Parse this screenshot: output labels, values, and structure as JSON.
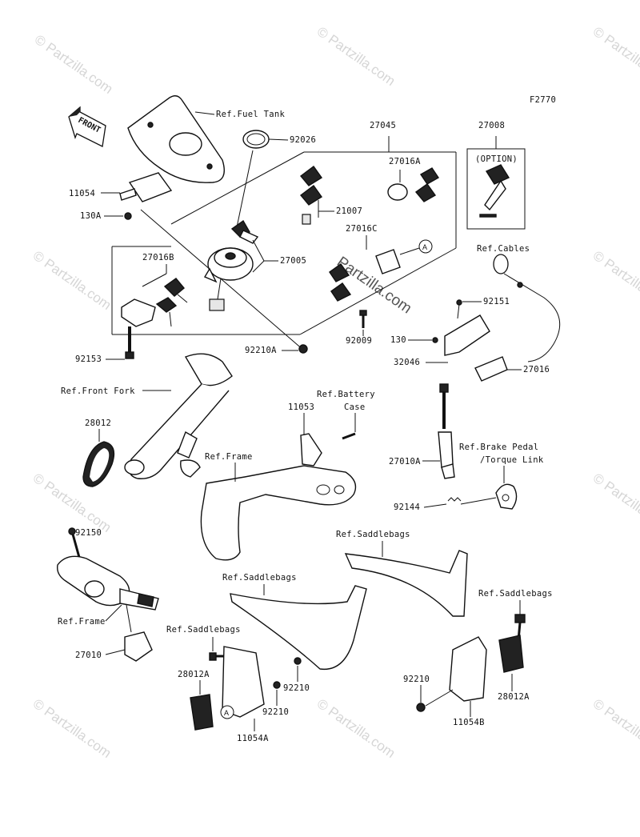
{
  "figure_code": "F2770",
  "watermark": "© Partzilla.com",
  "center_watermark": "Partzilla.com",
  "front_label": "FRONT",
  "callout_letter": "A",
  "option_label": "(OPTION)",
  "labels": {
    "ref_fuel_tank": "Ref.Fuel Tank",
    "p92026": "92026",
    "p11054": "11054",
    "p130A": "130A",
    "p27045": "27045",
    "p27008": "27008",
    "p27016A": "27016A",
    "p21007": "21007",
    "p27016C": "27016C",
    "p27016B": "27016B",
    "p27005": "27005",
    "ref_cables": "Ref.Cables",
    "p92151": "92151",
    "p130": "130",
    "p92009": "92009",
    "p32046": "32046",
    "p27016": "27016",
    "p92153": "92153",
    "p92210A": "92210A",
    "ref_front_fork": "Ref.Front Fork",
    "p28012": "28012",
    "ref_battery": "Ref.Battery",
    "case": "Case",
    "p11053": "11053",
    "ref_frame_1": "Ref.Frame",
    "p27010A": "27010A",
    "ref_brake_pedal": "Ref.Brake Pedal",
    "torque_link": "/Torque Link",
    "p92144": "92144",
    "p92150": "92150",
    "ref_saddlebags_1": "Ref.Saddlebags",
    "ref_saddlebags_2": "Ref.Saddlebags",
    "ref_saddlebags_3": "Ref.Saddlebags",
    "ref_saddlebags_4": "Ref.Saddlebags",
    "ref_frame_2": "Ref.Frame",
    "p27010": "27010",
    "p28012A_left": "28012A",
    "p92210_a": "92210",
    "p92210_b": "92210",
    "p11054A": "11054A",
    "p92210_c": "92210",
    "p28012A_right": "28012A",
    "p11054B": "11054B"
  }
}
